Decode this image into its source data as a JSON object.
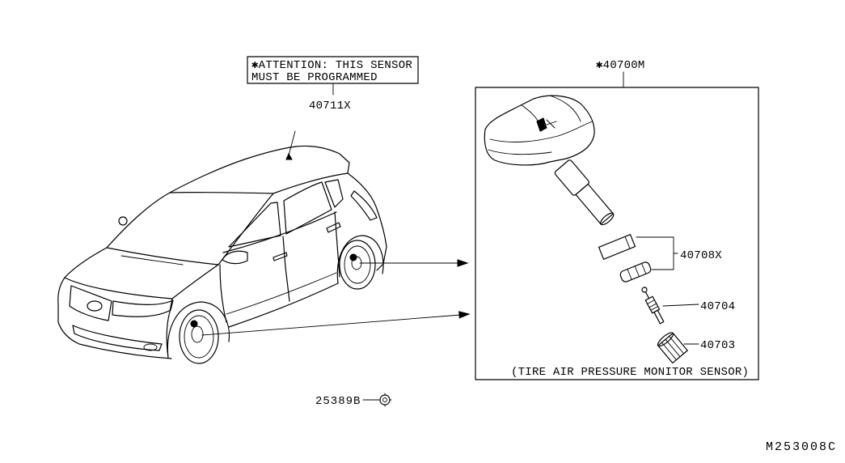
{
  "attention_box": {
    "line1": "✱ATTENTION: THIS SENSOR",
    "line2": "MUST BE PROGRAMMED"
  },
  "callouts": {
    "c40711x": "40711X",
    "c40700m": "✱40700M",
    "c40708x": "40708X",
    "c40704": "40704",
    "c40703": "40703",
    "c25389b": "25389B"
  },
  "kit_caption": "(TIRE AIR PRESSURE MONITOR SENSOR)",
  "drawing_number": "M253008C",
  "colors": {
    "line": "#000000",
    "background": "#ffffff"
  }
}
